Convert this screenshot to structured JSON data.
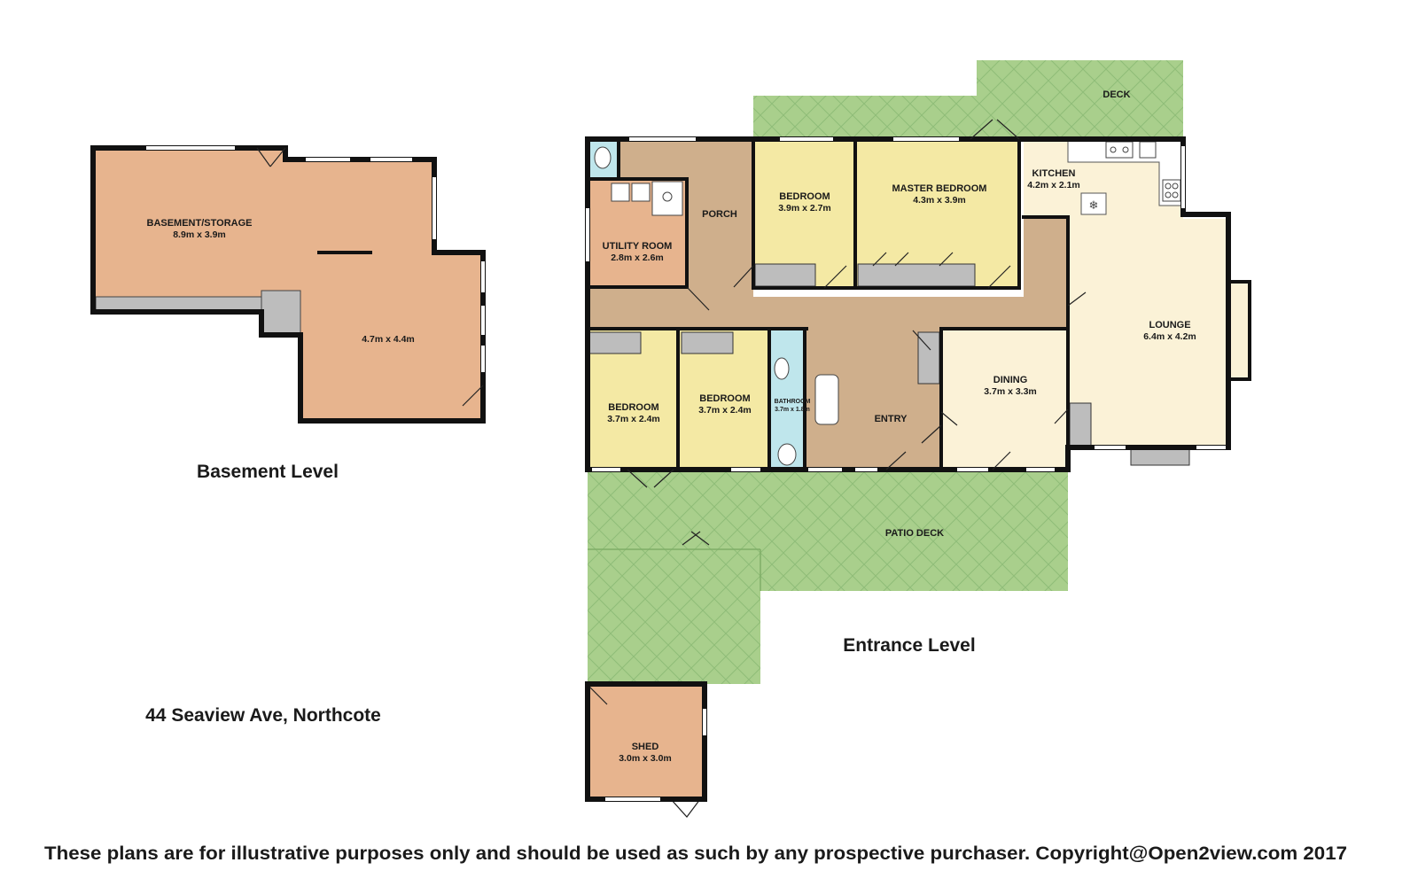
{
  "colors": {
    "storage": "#e7b48e",
    "circulation": "#cfaf8c",
    "bedroom": "#f4e9a4",
    "living": "#fbf2d7",
    "wet_area": "#bfe6ec",
    "deck": "#a9cf8c",
    "cupboard": "#bdbdbd",
    "wall": "#111111"
  },
  "basement": {
    "main_room": {
      "name": "BASEMENT/STORAGE",
      "size": "8.9m x 3.9m"
    },
    "second_room": {
      "size": "4.7m x 4.4m"
    },
    "level_title": "Basement Level"
  },
  "entrance": {
    "deck_top": "DECK",
    "porch": "PORCH",
    "utility": {
      "name": "UTILITY ROOM",
      "size": "2.8m x 2.6m"
    },
    "bedroom_top": {
      "name": "BEDROOM",
      "size": "3.9m x 2.7m"
    },
    "master": {
      "name": "MASTER BEDROOM",
      "size": "4.3m x 3.9m"
    },
    "kitchen": {
      "name": "KITCHEN",
      "size": "4.2m x 2.1m"
    },
    "lounge": {
      "name": "LOUNGE",
      "size": "6.4m x 4.2m"
    },
    "bedroom_left": {
      "name": "BEDROOM",
      "size": "3.7m x 2.4m"
    },
    "bedroom_mid": {
      "name": "BEDROOM",
      "size": "3.7m x 2.4m"
    },
    "bathroom": {
      "name": "BATHROOM",
      "size": "3.7m x 1.8m"
    },
    "entry": "ENTRY",
    "dining": {
      "name": "DINING",
      "size": "3.7m x 3.3m"
    },
    "patio": "PATIO DECK",
    "shed": {
      "name": "SHED",
      "size": "3.0m x 3.0m"
    },
    "level_title": "Entrance Level"
  },
  "address": "44 Seaview Ave, Northcote",
  "disclaimer": "These plans are for illustrative purposes only and should be used as such by any prospective purchaser. Copyright@Open2view.com 2017"
}
